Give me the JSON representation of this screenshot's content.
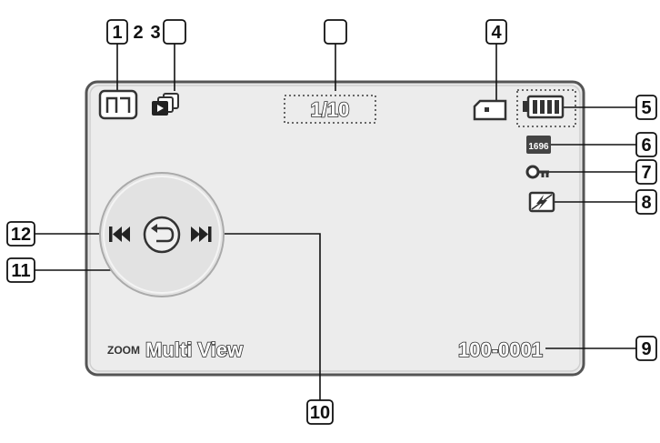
{
  "callouts": {
    "c1": "1",
    "c2": "2",
    "c3": "3",
    "c4": "4",
    "c5": "5",
    "c6": "6",
    "c7": "7",
    "c8": "8",
    "c9": "9",
    "c10": "10",
    "c11": "11",
    "c12": "12"
  },
  "screen": {
    "counter": "1/10",
    "zoom_label": "ZOOM",
    "multi_view_label": "Multi View",
    "file_number": "100-0001",
    "resolution_badge": "1696"
  },
  "icons": {
    "album": "album-icon",
    "slideshow": "slideshow-icon",
    "memory": "memory-card-icon",
    "battery": "battery-icon",
    "resolution": "photo-resolution-icon",
    "protect": "protect-key-icon",
    "no_flash": "flash-off-icon",
    "prev": "previous-icon",
    "return": "return-icon",
    "next": "next-icon"
  },
  "colors": {
    "screen_fill": "#ececec",
    "screen_border": "#555555",
    "circle_fill": "#e2e2e2",
    "line": "#111111"
  }
}
